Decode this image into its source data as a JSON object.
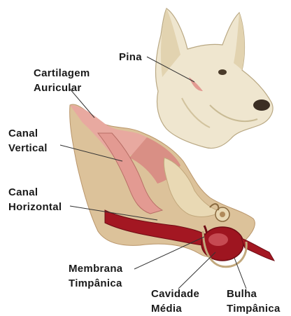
{
  "labels": {
    "pina": "Pina",
    "cartilagem": [
      "Cartilagem",
      "Auricular"
    ],
    "canal_vertical": [
      "Canal",
      "Vertical"
    ],
    "canal_horizontal": [
      "Canal",
      "Horizontal"
    ],
    "membrana": [
      "Membrana",
      "Timpânica"
    ],
    "cavidade": [
      "Cavidade",
      "Média"
    ],
    "bulha": [
      "Bulha",
      "Timpânica"
    ]
  },
  "colors": {
    "dog_fur": "#efe6cf",
    "fur_shadow": "#c9bb95",
    "skin_pink": "#e8a9a0",
    "canal_red": "#a31722",
    "canal_dark": "#6e0c14",
    "bone": "#e9d9b4",
    "tissue": "#dcc29a",
    "leader_line": "#333333"
  }
}
